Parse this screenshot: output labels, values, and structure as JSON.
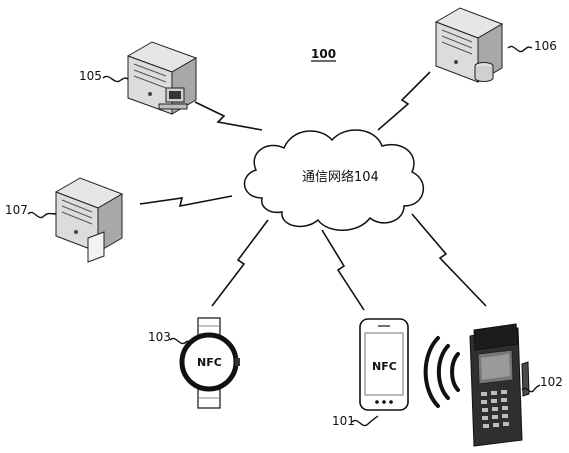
{
  "figure": {
    "number": "100",
    "network_label": "通信网络104",
    "labels": {
      "server_105": "105",
      "server_106": "106",
      "server_107": "107",
      "watch_103": "103",
      "phone_101": "101",
      "pos_102": "102"
    },
    "nfc_text": "NFC"
  }
}
